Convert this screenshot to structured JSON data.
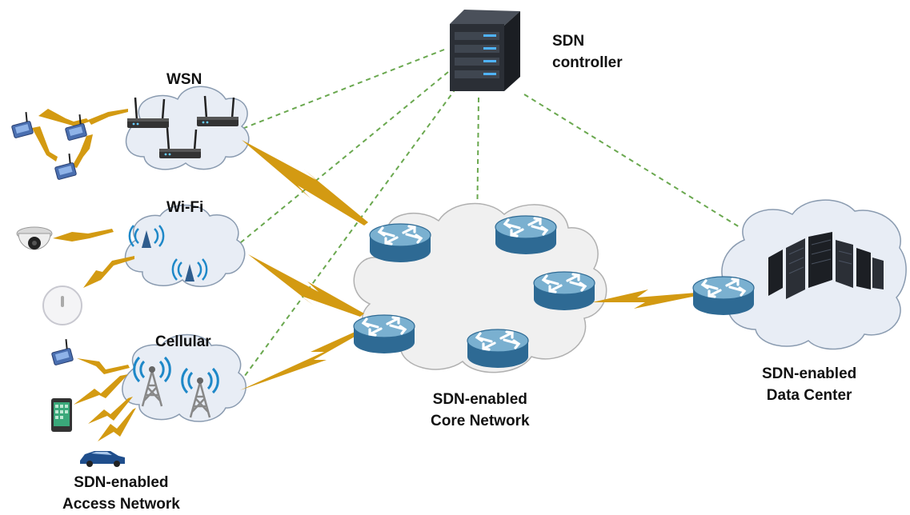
{
  "labels": {
    "sdn_controller": [
      "SDN",
      "controller"
    ],
    "wsn": "WSN",
    "wifi": "Wi-Fi",
    "cellular": "Cellular",
    "access_network": [
      "SDN-enabled",
      "Access Network"
    ],
    "core_network": [
      "SDN-enabled",
      "Core Network"
    ],
    "data_center": [
      "SDN-enabled",
      "Data Center"
    ]
  },
  "colors": {
    "cloud_fill": "#e8edf5",
    "cloud_stroke": "#8a9bb0",
    "core_cloud_fill": "#f0f0f0",
    "core_cloud_stroke": "#b0b0b0",
    "link": "#d39a12",
    "control_link": "#6aa84f",
    "router_top": "#7ab0d0",
    "router_side": "#2e6a94",
    "server": "#2b2f36"
  },
  "icons": [
    "server-rack-icon",
    "gateway-router-icon",
    "sensor-node-icon",
    "security-camera-icon",
    "smart-sensor-icon",
    "wifi-access-point-icon",
    "cell-tower-icon",
    "smartphone-icon",
    "car-icon",
    "sdn-router-icon",
    "data-center-servers-icon"
  ]
}
